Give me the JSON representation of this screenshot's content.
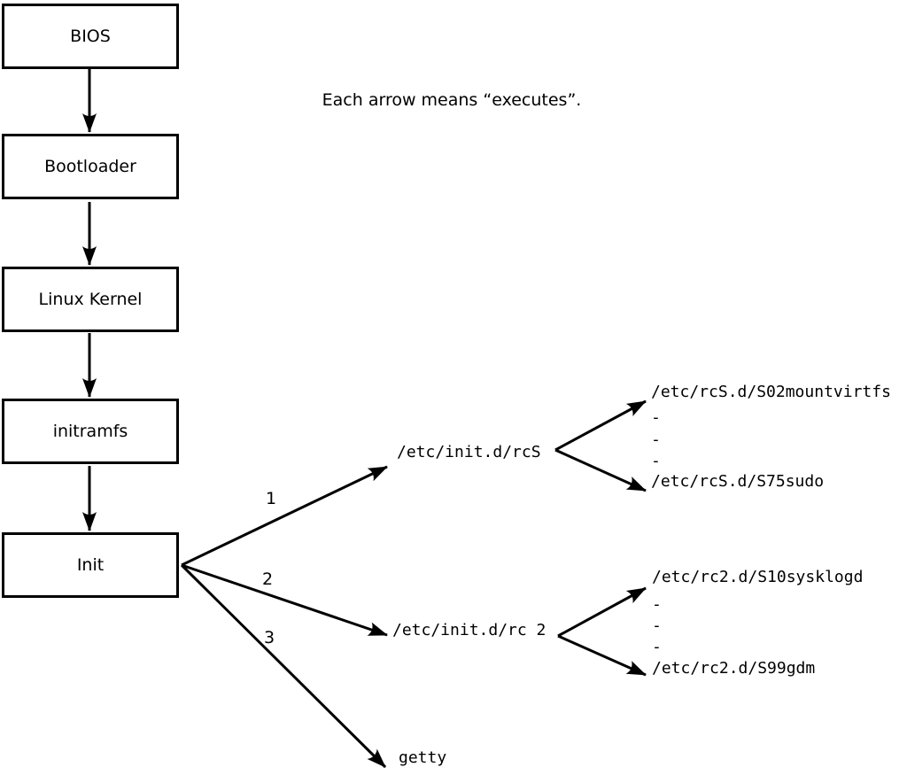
{
  "note": "Each arrow means “executes”.",
  "flow_boxes": [
    {
      "label": "BIOS"
    },
    {
      "label": "Bootloader"
    },
    {
      "label": "Linux Kernel"
    },
    {
      "label": "initramfs"
    },
    {
      "label": "Init"
    }
  ],
  "init_branches": [
    {
      "order": "1",
      "target": "/etc/init.d/rcS"
    },
    {
      "order": "2",
      "target": "/etc/init.d/rc 2"
    },
    {
      "order": "3",
      "target": "getty"
    }
  ],
  "rcS_scripts": {
    "first": "/etc/rcS.d/S02mountvirtfs",
    "ellipsis": [
      "-",
      "-",
      "-"
    ],
    "last": "/etc/rcS.d/S75sudo"
  },
  "rc2_scripts": {
    "first": "/etc/rc2.d/S10sysklogd",
    "ellipsis": [
      "-",
      "-",
      "-"
    ],
    "last": "/etc/rc2.d/S99gdm"
  },
  "colors": {
    "line": "#000000",
    "background": "#ffffff",
    "box_fill": "#ffffff"
  }
}
